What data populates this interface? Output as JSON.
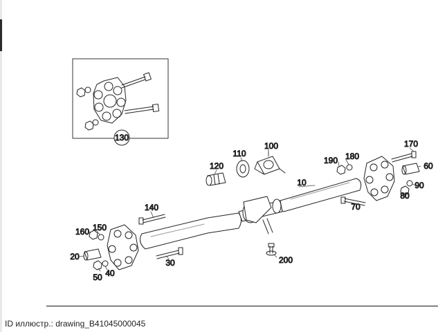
{
  "diagram": {
    "callouts": {
      "c130": "130",
      "c100": "100",
      "c110": "110",
      "c120": "120",
      "c10": "10",
      "c170": "170",
      "c190": "190",
      "c180": "180",
      "c60": "60",
      "c90": "90",
      "c80": "80",
      "c70": "70",
      "c140": "140",
      "c160": "160",
      "c150": "150",
      "c20": "20",
      "c30": "30",
      "c50": "50",
      "c40": "40",
      "c200": "200"
    }
  },
  "footer": {
    "illustration_id": "ID иллюстр.: drawing_B41045000045"
  }
}
